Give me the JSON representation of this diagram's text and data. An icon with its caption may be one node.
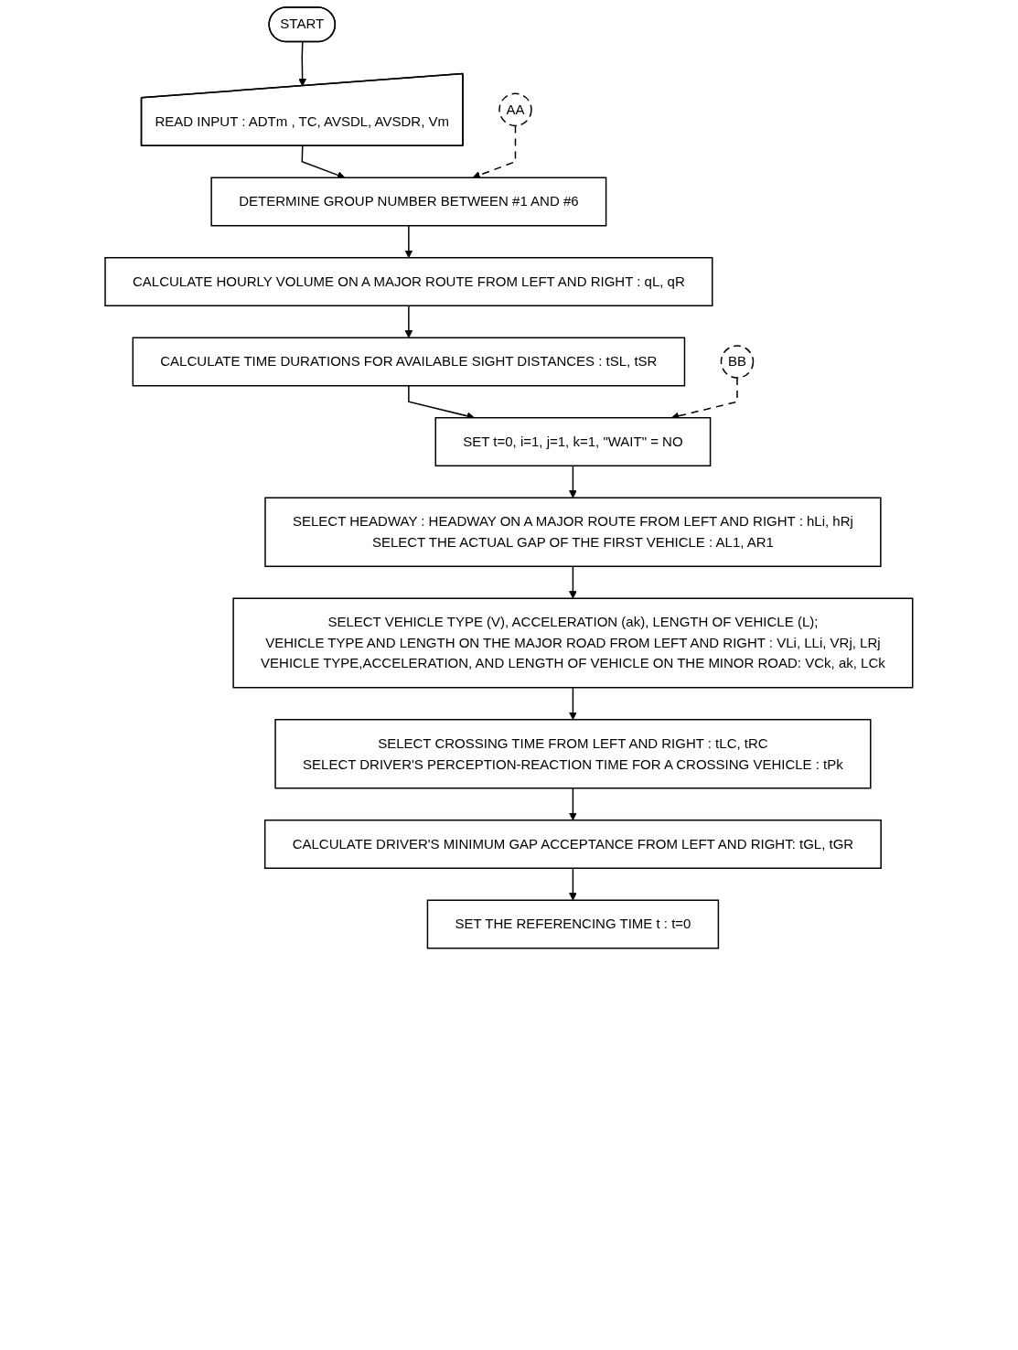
{
  "diagram": {
    "nodes": [
      {
        "text": [
          "START"
        ]
      },
      {
        "text": [
          "READ INPUT : ADTm , TC, AVSDL, AVSDR, Vm"
        ]
      },
      {
        "text": [
          "AA"
        ]
      },
      {
        "text": [
          "DETERMINE GROUP NUMBER BETWEEN #1 AND #6"
        ]
      },
      {
        "text": [
          "CALCULATE HOURLY VOLUME ON A MAJOR ROUTE FROM LEFT AND RIGHT : qL, qR"
        ]
      },
      {
        "text": [
          "CALCULATE TIME DURATIONS FOR AVAILABLE SIGHT DISTANCES : tSL, tSR"
        ]
      },
      {
        "text": [
          "BB"
        ]
      },
      {
        "text": [
          "SET t=0, i=1, j=1, k=1, \"WAIT\" = NO"
        ]
      },
      {
        "text": [
          "SELECT HEADWAY : HEADWAY ON A MAJOR ROUTE FROM LEFT AND RIGHT : hLi, hRj",
          "SELECT THE ACTUAL GAP OF THE FIRST VEHICLE : AL1, AR1"
        ]
      },
      {
        "text": [
          "SELECT VEHICLE TYPE (V), ACCELERATION (ak), LENGTH OF VEHICLE (L);",
          "VEHICLE TYPE AND LENGTH ON THE MAJOR ROAD FROM LEFT AND RIGHT : VLi, LLi, VRj, LRj",
          "VEHICLE TYPE,ACCELERATION, AND LENGTH OF VEHICLE ON THE MINOR ROAD: VCk, ak, LCk"
        ]
      },
      {
        "text": [
          "SELECT CROSSING TIME FROM LEFT AND RIGHT : tLC, tRC",
          "SELECT DRIVER'S PERCEPTION-REACTION TIME FOR A CROSSING VEHICLE : tPk"
        ]
      },
      {
        "text": [
          "CALCULATE DRIVER'S MINIMUM GAP ACCEPTANCE FROM LEFT AND RIGHT: tGL, tGR"
        ]
      },
      {
        "text": [
          "SET THE REFERENCING TIME t : t=0"
        ]
      }
    ],
    "edges": [
      {
        "from": 0,
        "to": 1,
        "arrow": "to"
      },
      {
        "from": 1,
        "to": 3,
        "arrow": "to"
      },
      {
        "from": 2,
        "to": 3,
        "arrow": "to",
        "style": "dashed"
      },
      {
        "from": 3,
        "to": 4,
        "arrow": "to"
      },
      {
        "from": 4,
        "to": 5,
        "arrow": "to"
      },
      {
        "from": 5,
        "to": 7,
        "arrow": "to"
      },
      {
        "from": 6,
        "to": 7,
        "arrow": "to",
        "style": "dashed"
      },
      {
        "from": 7,
        "to": 8,
        "arrow": "to"
      },
      {
        "from": 8,
        "to": 9,
        "arrow": "to"
      },
      {
        "from": 9,
        "to": 10,
        "arrow": "to"
      },
      {
        "from": 10,
        "to": 11,
        "arrow": "to"
      },
      {
        "from": 11,
        "to": 12,
        "arrow": "to"
      }
    ]
  }
}
